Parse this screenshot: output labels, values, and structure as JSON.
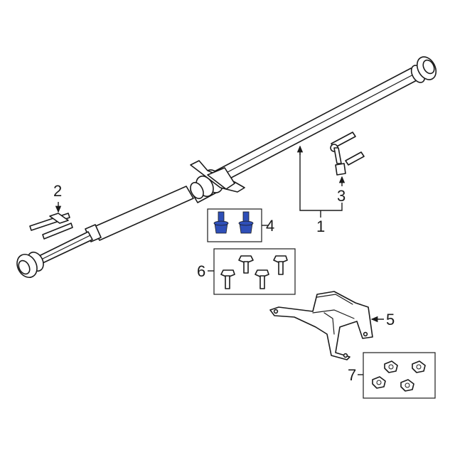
{
  "callouts": {
    "c1": "1",
    "c2": "2",
    "c3": "3",
    "c4": "4",
    "c5": "5",
    "c6": "6",
    "c7": "7"
  },
  "colors": {
    "line": "#1a1a1a",
    "highlight_bolt": "#2f4fb8",
    "background": "#ffffff"
  }
}
